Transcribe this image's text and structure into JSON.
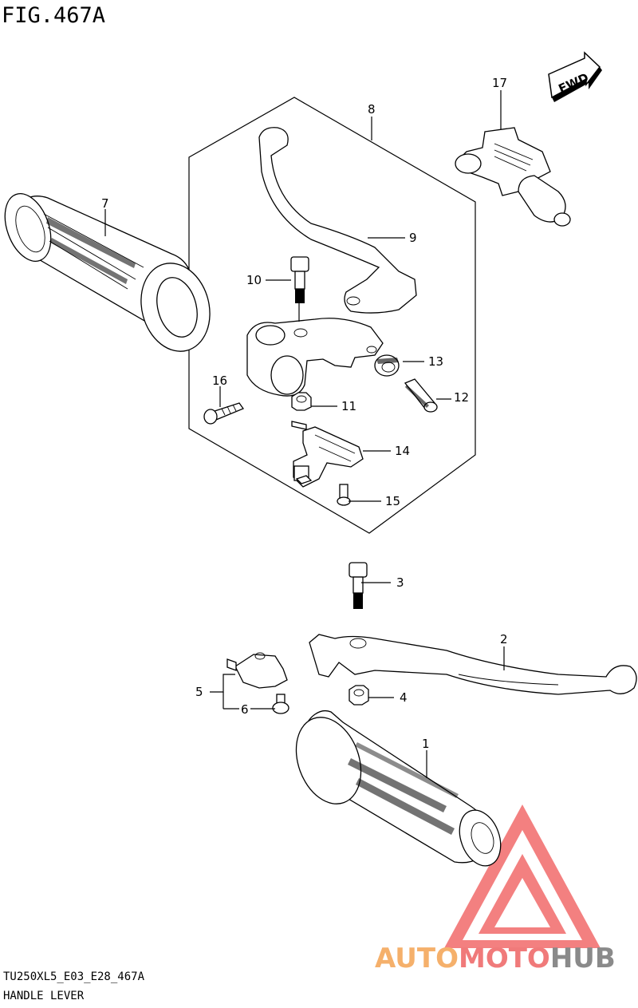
{
  "figure": {
    "title": "FIG.467A",
    "code": "TU250XL5_E03_E28_467A",
    "name": "HANDLE LEVER"
  },
  "fwd_label": "FWD",
  "callouts": [
    "1",
    "2",
    "3",
    "4",
    "5",
    "6",
    "7",
    "8",
    "9",
    "10",
    "11",
    "12",
    "13",
    "14",
    "15",
    "16",
    "17"
  ],
  "watermark": {
    "part1": "AUTO",
    "part2": "MOTO",
    "part3": "HUB",
    "color1": "#f5b06b",
    "color2": "#f07a7a",
    "color3": "#8a8a8a",
    "logo_color": "#f26a6a"
  }
}
